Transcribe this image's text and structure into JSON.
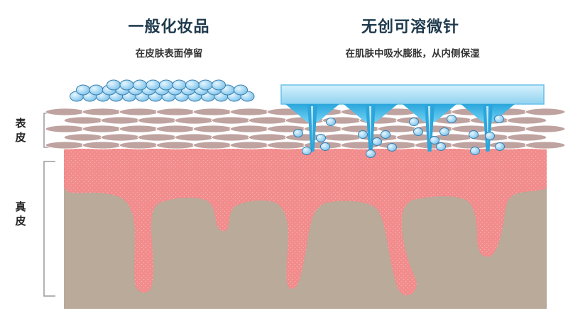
{
  "left_panel": {
    "title": "一般化妆品",
    "subtitle": "在皮肤表面停留"
  },
  "right_panel": {
    "title": "无创可溶微针",
    "subtitle": "在肌肤中吸水膨胀，从内侧保湿"
  },
  "side_labels": {
    "epidermis": "表\n皮",
    "dermis": "真\n皮"
  },
  "colors": {
    "dermis_pink": "#f28b8b",
    "tissue_taupe": "#b9aa9a",
    "cell_mauve": "#bfa3a0",
    "bead_blue": "#9fd3ef",
    "patch_blue": "#a9ddf3",
    "needle_blue": "#3bb6e6",
    "title": "#1f3a4d"
  },
  "icons": [
    "cosmetic-bead-icon",
    "microneedle-icon",
    "moisture-droplet-icon"
  ]
}
